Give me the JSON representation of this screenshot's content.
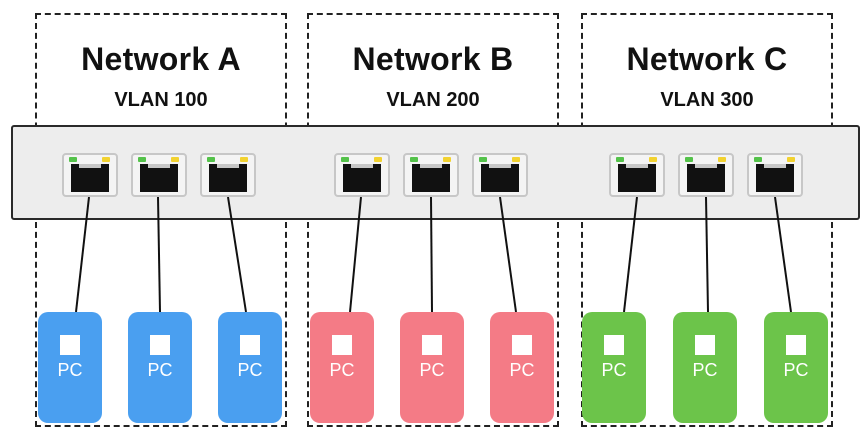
{
  "networks": [
    {
      "name": "Network A",
      "vlan": "VLAN 100",
      "color": "#4a9ff0"
    },
    {
      "name": "Network B",
      "vlan": "VLAN 200",
      "color": "#f47b86"
    },
    {
      "name": "Network C",
      "vlan": "VLAN 300",
      "color": "#6cc44a"
    }
  ],
  "pc_label": "PC",
  "icons": {
    "port": "ethernet-port-icon",
    "pc": "pc-square-icon"
  }
}
